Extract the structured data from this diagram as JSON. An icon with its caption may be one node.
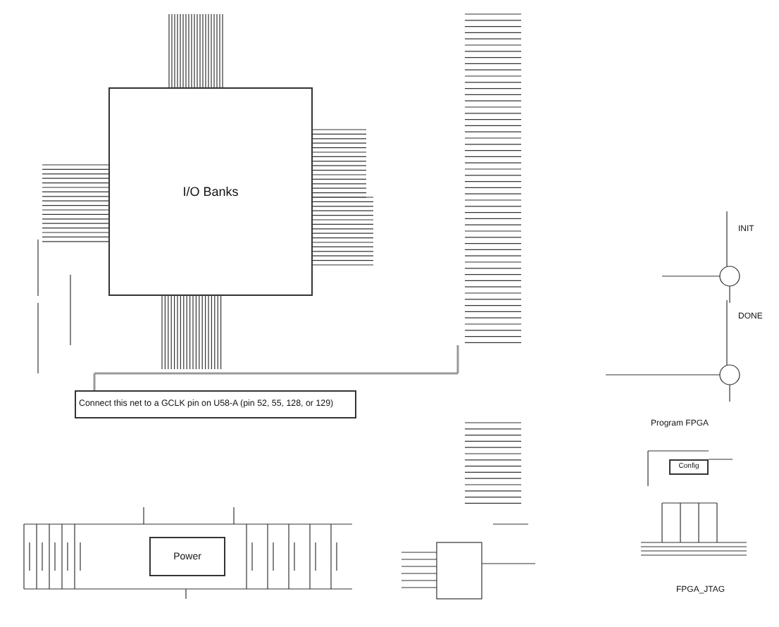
{
  "diagram": {
    "nodes": [
      {
        "text": [
          "I/O Banks"
        ]
      },
      {
        "text": [
          "Connect this net to a GCLK pin on U58-A (pin 52, 55, 128, or 129)"
        ]
      },
      {
        "text": [
          "Power"
        ]
      },
      {
        "text": [
          "Config"
        ]
      }
    ],
    "labels": [
      "INIT",
      "DONE",
      "Program FPGA",
      "FPGA_JTAG"
    ]
  }
}
